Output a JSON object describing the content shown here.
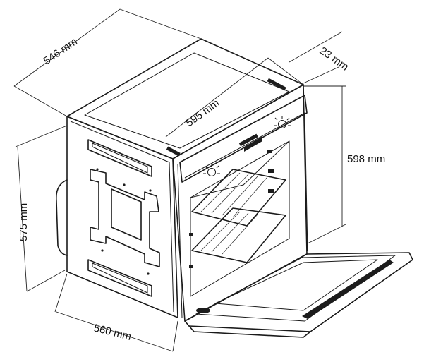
{
  "dimensions": {
    "top_depth": "546 mm",
    "front_width": "595 mm",
    "panel_thickness": "23 mm",
    "front_height": "598 mm",
    "body_height": "575 mm",
    "body_depth": "560 mm"
  },
  "icons": [
    "oven-light-icon",
    "oven-knob-icon"
  ]
}
